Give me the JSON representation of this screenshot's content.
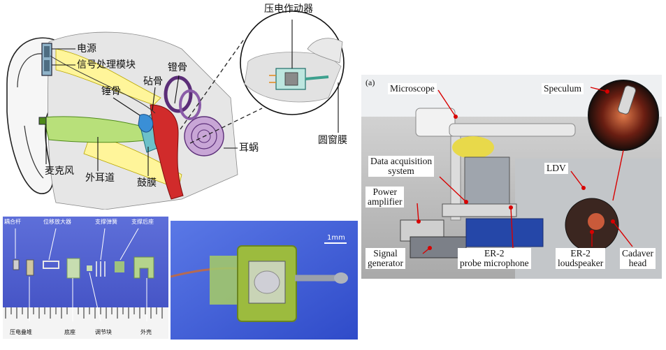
{
  "ear_diagram": {
    "labels": {
      "power": "电源",
      "signal_module": "信号处理模块",
      "incus": "砧骨",
      "malleus": "锤骨",
      "stapes": "镫骨",
      "cochlea": "耳蜗",
      "microphone": "麦克风",
      "ear_canal": "外耳道",
      "eardrum": "鼓膜",
      "piezo_actuator": "压电作动器",
      "round_window": "圆窗膜"
    }
  },
  "parts_photo": {
    "labels_top": [
      "耦合杆",
      "位移放大器",
      "支撑弹簧",
      "支撑后座"
    ],
    "labels_bottom": [
      "压电叠堆",
      "底座",
      "调节块",
      "外壳"
    ]
  },
  "assembled_photo": {
    "scale_bar": "1mm"
  },
  "setup_photo": {
    "panel_label": "(a)",
    "labels": {
      "microscope": "Microscope",
      "speculum": "Speculum",
      "daq_1": "Data acquisition",
      "daq_2": "system",
      "ldv": "LDV",
      "power_1": "Power",
      "power_2": "amplifier",
      "signal_1": "Signal",
      "signal_2": "generator",
      "er2_mic_1": "ER-2",
      "er2_mic_2": "probe microphone",
      "er2_spk_1": "ER-2",
      "er2_spk_2": "loudspeaker",
      "cadaver_1": "Cadaver",
      "cadaver_2": "head"
    }
  }
}
